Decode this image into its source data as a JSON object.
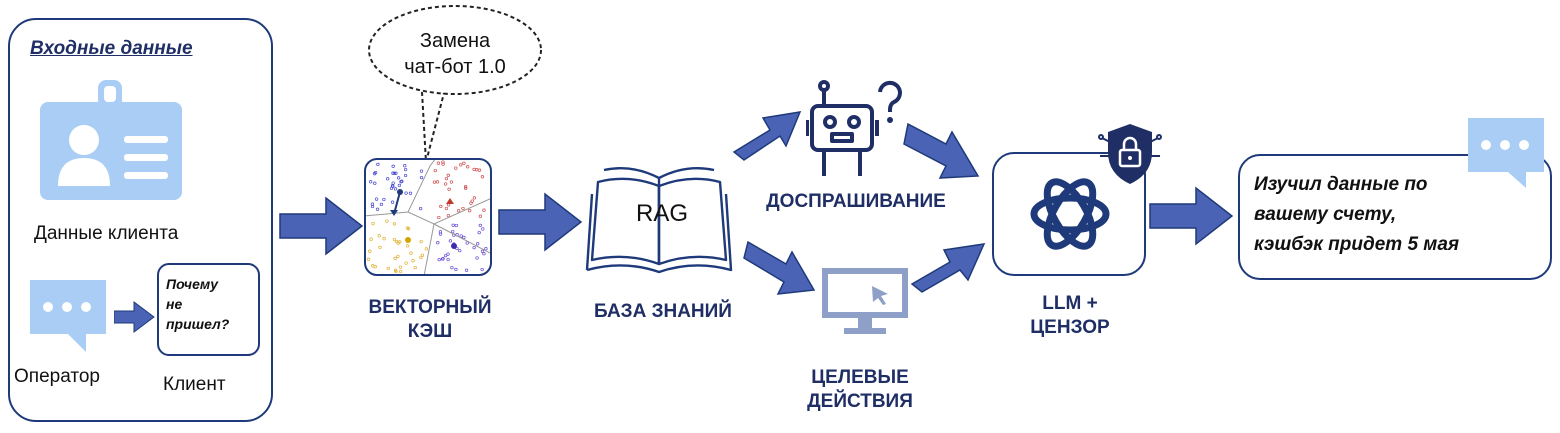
{
  "input": {
    "title": "Входные данные",
    "client_data": "Данные клиента",
    "operator": "Оператор",
    "client": "Клиент",
    "question_lines": [
      "Почему",
      "не",
      "пришел?"
    ]
  },
  "bubble": {
    "lines": [
      "Замена",
      "чат-бот 1.0"
    ]
  },
  "vector_cache": {
    "lines": [
      "ВЕКТОРНЫЙ",
      "КЭШ"
    ]
  },
  "knowledge_base": {
    "book_text": "RAG",
    "label": "БАЗА ЗНАНИЙ"
  },
  "clarification": {
    "label": "ДОСПРАШИВАНИЕ"
  },
  "target_actions": {
    "lines": [
      "ЦЕЛЕВЫЕ",
      "ДЕЙСТВИЯ"
    ]
  },
  "llm": {
    "lines": [
      "LLM +",
      "ЦЕНЗОР"
    ]
  },
  "answer": {
    "lines": [
      "Изучил данные по",
      "вашему счету,",
      "кэшбэк придет 5 мая"
    ]
  },
  "colors": {
    "navy": "#1f3a7a",
    "arrow": "#4a63b5",
    "light_blue": "#a9cdf5",
    "gray_blue": "#8fa0c8"
  }
}
